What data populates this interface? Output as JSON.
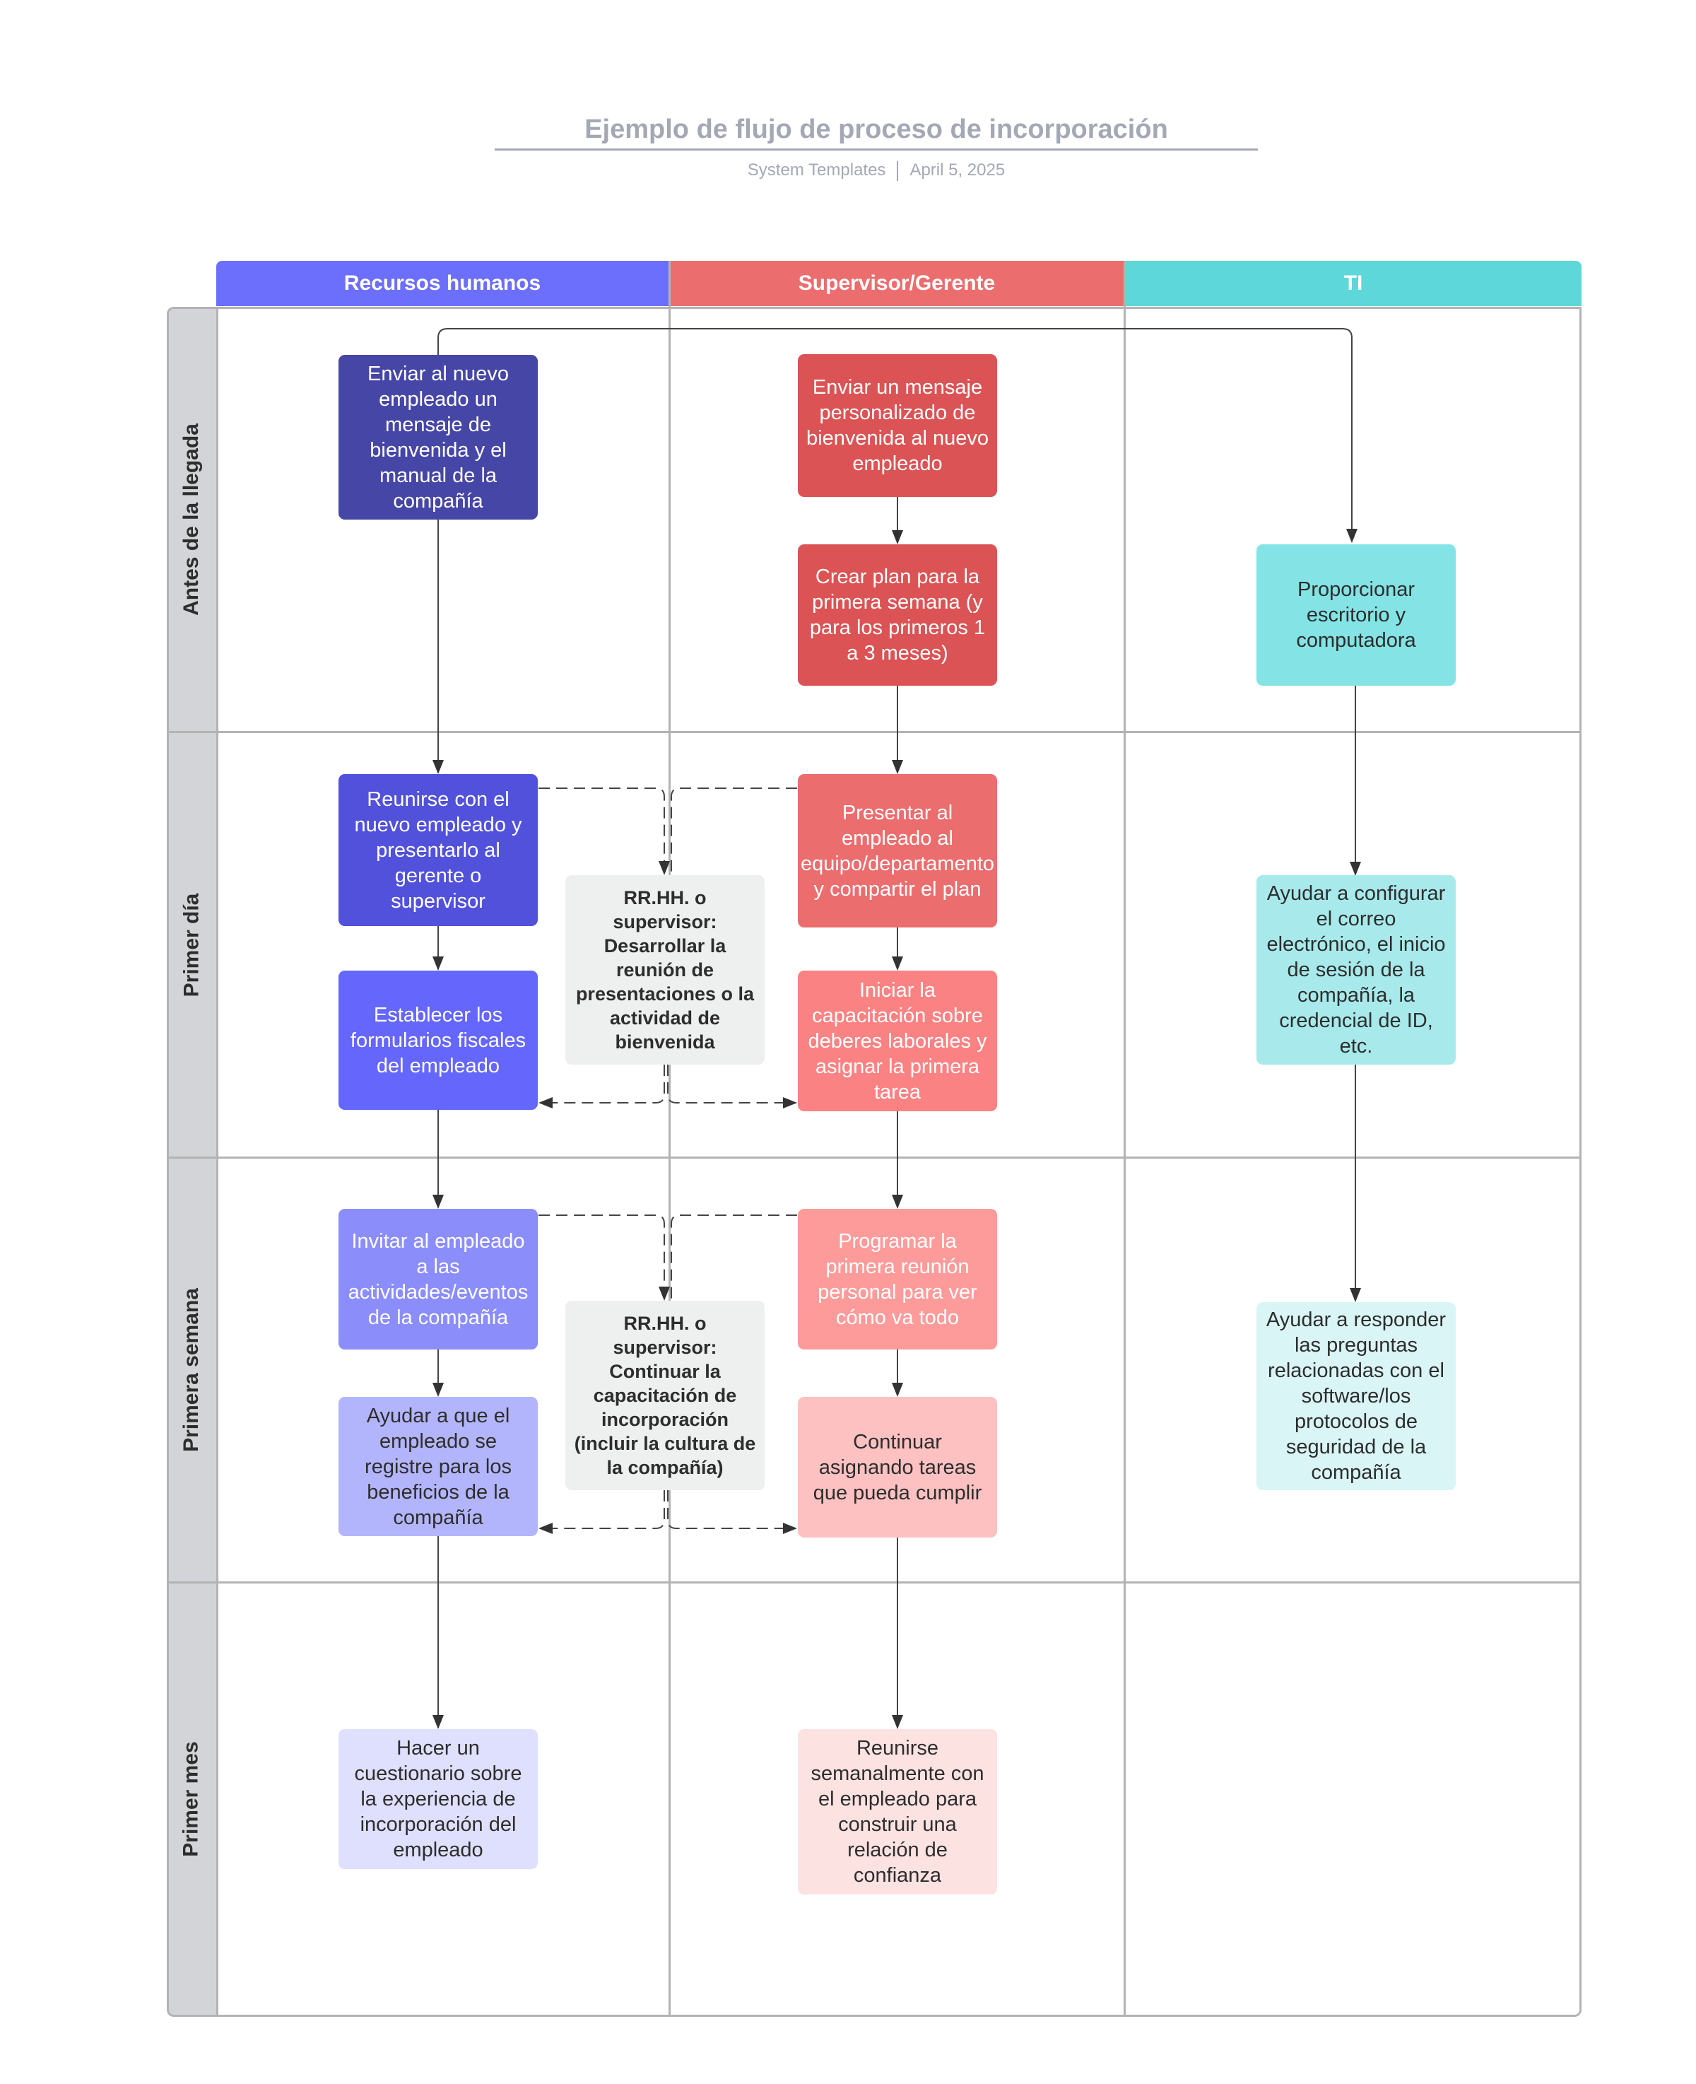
{
  "header": {
    "title": "Ejemplo de flujo de proceso de incorporación",
    "author": "System Templates",
    "date": "April 5, 2025"
  },
  "lanes": {
    "hr": "Recursos humanos",
    "supervisor": "Supervisor/Gerente",
    "it": "TI"
  },
  "phases": {
    "before": "Antes de la llegada",
    "first_day": "Primer día",
    "first_week": "Primera semana",
    "first_month": "Primer mes"
  },
  "colors": {
    "hr_lane": "#6b6ffb",
    "supervisor_lane": "#eb6d6e",
    "it_lane": "#5dd7d9",
    "grid_line": "#b3b3b3",
    "connector": "#333333"
  },
  "nodes": {
    "hr_welcome": "Enviar al nuevo empleado un mensaje de bienvenida y el manual de la compañía",
    "sup_welcome": "Enviar un mensaje personalizado de bienvenida al nuevo empleado",
    "sup_plan": "Crear plan para la primera semana (y para los primeros 1 a 3 meses)",
    "it_desk": "Proporcionar escritorio y computadora",
    "hr_meet": "Reunirse con el nuevo empleado y presentarlo al gerente o supervisor",
    "shared_intro": "RR.HH. o supervisor: Desarrollar la reunión de presentaciones o la actividad de bienvenida",
    "sup_present": "Presentar al empleado al equipo/departamento y compartir el plan",
    "it_email": "Ayudar a configurar el correo electrónico, el inicio de sesión de la compañía, la credencial de ID, etc.",
    "hr_tax": "Establecer los formularios fiscales del empleado",
    "sup_training": "Iniciar la capacitación sobre deberes laborales y asignar la primera tarea",
    "hr_events": "Invitar al empleado a las actividades/eventos de la compañía",
    "shared_training": "RR.HH. o supervisor: Continuar la capacitación de incorporación (incluir la cultura de la compañía)",
    "sup_schedule": "Programar la primera reunión personal para ver cómo va todo",
    "it_questions": "Ayudar a responder las preguntas relacionadas con el software/los protocolos de seguridad de la compañía",
    "hr_benefits": "Ayudar a que el empleado se registre para los beneficios de la compañía",
    "sup_tasks": "Continuar asignando tareas que pueda cumplir",
    "hr_survey": "Hacer un cuestionario sobre la experiencia de incorporación del empleado",
    "sup_weekly": "Reunirse semanalmente con el empleado para construir una relación de confianza"
  }
}
